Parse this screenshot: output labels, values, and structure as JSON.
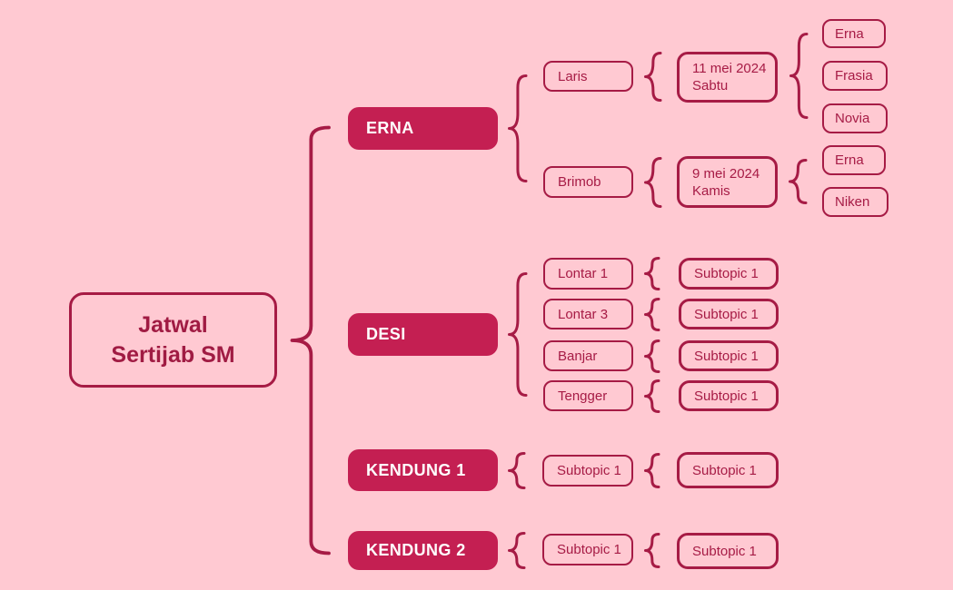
{
  "colors": {
    "background": "#ffc9d2",
    "node_fill": "#c41f52",
    "outline_stroke": "#a61b45",
    "root_text": "#a01b43",
    "text_on_fill": "#ffffff"
  },
  "tree": {
    "root": {
      "label": "Jatwal Sertijab SM",
      "lines": [
        "Jatwal",
        "Sertijab SM"
      ]
    },
    "branches": [
      {
        "label": "ERNA",
        "children": [
          {
            "label": "Laris",
            "children": [
              {
                "lines": [
                  "11 mei 2024",
                  "Sabtu"
                ],
                "children": [
                  {
                    "label": "Erna"
                  },
                  {
                    "label": "Frasia"
                  },
                  {
                    "label": "Novia"
                  }
                ]
              }
            ]
          },
          {
            "label": "Brimob",
            "children": [
              {
                "lines": [
                  "9 mei 2024",
                  "Kamis"
                ],
                "children": [
                  {
                    "label": "Erna"
                  },
                  {
                    "label": "Niken"
                  }
                ]
              }
            ]
          }
        ]
      },
      {
        "label": "DESI",
        "children": [
          {
            "label": "Lontar 1",
            "children": [
              {
                "label": "Subtopic 1"
              }
            ]
          },
          {
            "label": "Lontar 3",
            "children": [
              {
                "label": "Subtopic 1"
              }
            ]
          },
          {
            "label": "Banjar",
            "children": [
              {
                "label": "Subtopic 1"
              }
            ]
          },
          {
            "label": "Tengger",
            "children": [
              {
                "label": "Subtopic 1"
              }
            ]
          }
        ]
      },
      {
        "label": "KENDUNG 1",
        "children": [
          {
            "label": "Subtopic 1",
            "children": [
              {
                "label": "Subtopic 1"
              }
            ]
          }
        ]
      },
      {
        "label": "KENDUNG 2",
        "children": [
          {
            "label": "Subtopic 1",
            "children": [
              {
                "label": "Subtopic 1"
              }
            ]
          }
        ]
      }
    ]
  }
}
